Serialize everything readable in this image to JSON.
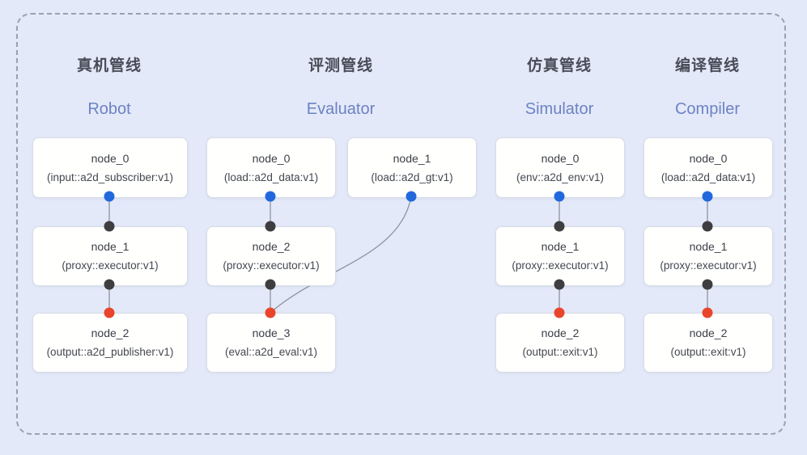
{
  "colors": {
    "background": "#e3e9f8",
    "frame_dash": "#9aa1ac",
    "node_fill": "#fffffe",
    "node_border": "#d8dce5",
    "edge_line": "#8d939e",
    "port_blue": "#2268dd",
    "port_dark": "#3e3e40",
    "port_red": "#e9452c",
    "header_zh_color": "#474c57",
    "header_en_color": "#6d82c4"
  },
  "pipelines": [
    {
      "id": "robot",
      "header_zh": "真机管线",
      "header_en": "Robot",
      "nodes": [
        {
          "title": "node_0",
          "type": "(input::a2d_subscriber:v1)"
        },
        {
          "title": "node_1",
          "type": "(proxy::executor:v1)"
        },
        {
          "title": "node_2",
          "type": "(output::a2d_publisher:v1)"
        }
      ]
    },
    {
      "id": "evaluator",
      "header_zh": "评测管线",
      "header_en": "Evaluator",
      "nodes": [
        {
          "title": "node_0",
          "type": "(load::a2d_data:v1)"
        },
        {
          "title": "node_1",
          "type": "(load::a2d_gt:v1)"
        },
        {
          "title": "node_2",
          "type": "(proxy::executor:v1)"
        },
        {
          "title": "node_3",
          "type": "(eval::a2d_eval:v1)"
        }
      ]
    },
    {
      "id": "simulator",
      "header_zh": "仿真管线",
      "header_en": "Simulator",
      "nodes": [
        {
          "title": "node_0",
          "type": "(env::a2d_env:v1)"
        },
        {
          "title": "node_1",
          "type": "(proxy::executor:v1)"
        },
        {
          "title": "node_2",
          "type": "(output::exit:v1)"
        }
      ]
    },
    {
      "id": "compiler",
      "header_zh": "编译管线",
      "header_en": "Compiler",
      "nodes": [
        {
          "title": "node_0",
          "type": "(load::a2d_data:v1)"
        },
        {
          "title": "node_1",
          "type": "(proxy::executor:v1)"
        },
        {
          "title": "node_2",
          "type": "(output::exit:v1)"
        }
      ]
    }
  ],
  "edges": [
    {
      "from": "robot.node_0",
      "to": "robot.node_1"
    },
    {
      "from": "robot.node_1",
      "to": "robot.node_2"
    },
    {
      "from": "evaluator.node_0",
      "to": "evaluator.node_2"
    },
    {
      "from": "evaluator.node_2",
      "to": "evaluator.node_3"
    },
    {
      "from": "evaluator.node_1",
      "to": "evaluator.node_3"
    },
    {
      "from": "simulator.node_0",
      "to": "simulator.node_1"
    },
    {
      "from": "simulator.node_1",
      "to": "simulator.node_2"
    },
    {
      "from": "compiler.node_0",
      "to": "compiler.node_1"
    },
    {
      "from": "compiler.node_1",
      "to": "compiler.node_2"
    }
  ]
}
